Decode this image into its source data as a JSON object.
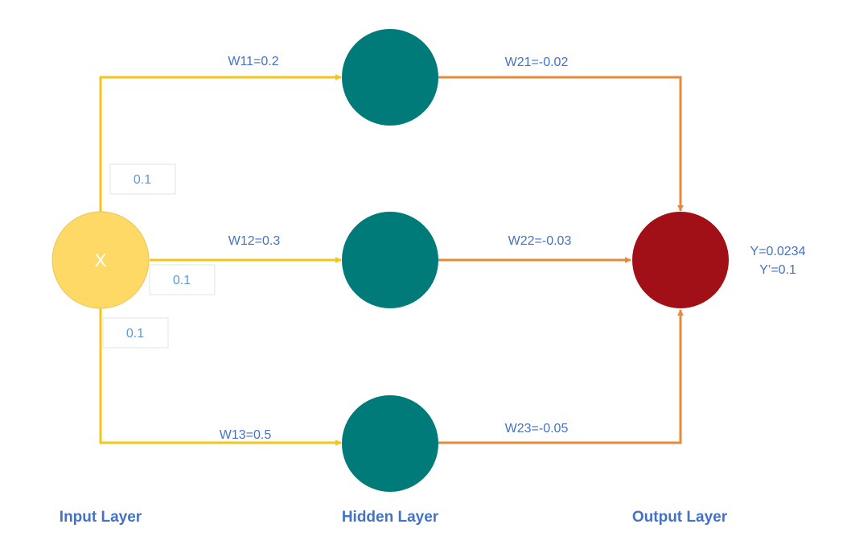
{
  "colors": {
    "input_node": "#FFD966",
    "input_node_stroke": "#E8C65A",
    "hidden_node": "#007B7A",
    "output_node": "#A11016",
    "input_edge": "#F5C518",
    "output_edge": "#E8893A",
    "label_text": "#4472C4",
    "box_text": "#5B9BD5",
    "box_border": "#E3E3E3"
  },
  "nodes": {
    "input": {
      "label": "X"
    }
  },
  "weights": {
    "w11": "W11=0.2",
    "w12": "W12=0.3",
    "w13": "W13=0.5",
    "w21": "W21=-0.02",
    "w22": "W22=-0.03",
    "w23": "W23=-0.05"
  },
  "input_values": {
    "top": "0.1",
    "middle": "0.1",
    "bottom": "0.1"
  },
  "output": {
    "y": "Y=0.0234",
    "y_prime": "Y’=0.1"
  },
  "layers": {
    "input": "Input Layer",
    "hidden": "Hidden Layer",
    "output": "Output Layer"
  }
}
